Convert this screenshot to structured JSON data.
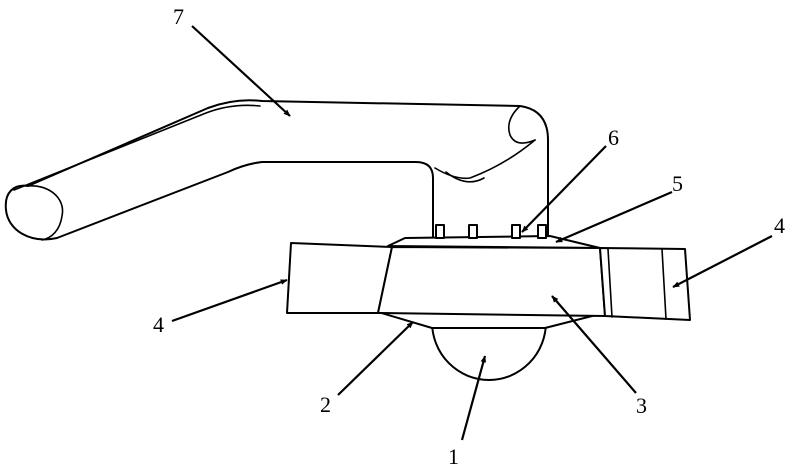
{
  "diagram": {
    "colors": {
      "line": "#000000",
      "background": "#ffffff"
    },
    "labels": {
      "dome": "1",
      "lower_ring": "2",
      "body": "3",
      "side_block_left": "4",
      "side_block_right": "4",
      "top_ring": "5",
      "terminals": "6",
      "arm": "7"
    }
  }
}
